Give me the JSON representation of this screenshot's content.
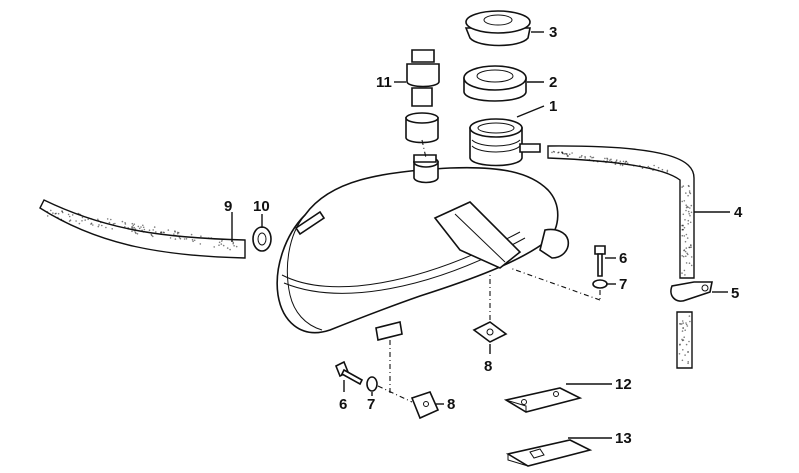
{
  "callouts": {
    "c1": "1",
    "c2": "2",
    "c3": "3",
    "c4": "4",
    "c5": "5",
    "c6a": "6",
    "c7a": "7",
    "c8a": "8",
    "c9": "9",
    "c10": "10",
    "c11": "11",
    "c12": "12",
    "c13": "13",
    "c6b": "6",
    "c7b": "7",
    "c8b": "8"
  },
  "colors": {
    "ink": "#111111",
    "paper": "#ffffff"
  }
}
